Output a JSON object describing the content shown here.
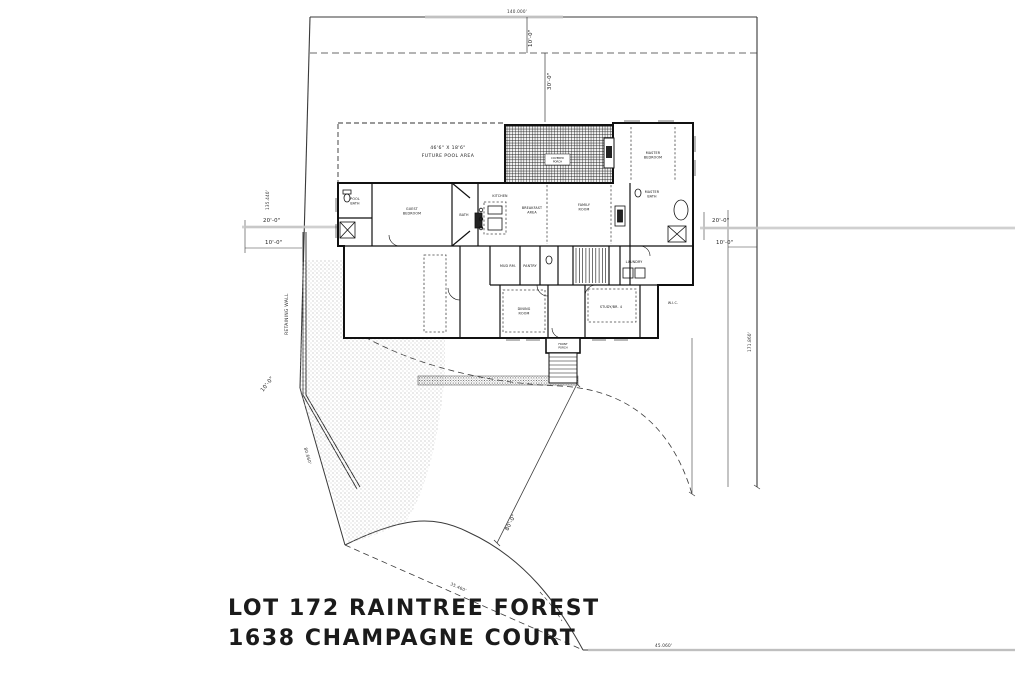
{
  "title": {
    "line1": "LOT 172 RAINTREE FOREST",
    "line2": "1638 CHAMPAGNE COURT"
  },
  "boundary": {
    "top_length": "140.000'",
    "left_length": "135.440'",
    "right_length": "171.860'",
    "lower_left_length": "80.660'",
    "arc_chord_length": "35.460'",
    "bottom_right_length": "45.060'"
  },
  "setbacks": {
    "front_1": "10'-0\"",
    "front_2": "30'-0\"",
    "left_1": "20'-0\"",
    "left_2": "10'-0\"",
    "right_1": "20'-0\"",
    "right_2": "10'-0\"",
    "corner": "10'-0\"",
    "radial": "80'-0\"",
    "retaining_wall": "RETAINING WALL"
  },
  "pool": {
    "line1": "46'6\" X 18'6\"",
    "line2": "FUTURE POOL AREA"
  },
  "rooms": {
    "master_l1": "MASTER",
    "master_l2": "BEDROOM",
    "master_bath_l1": "MASTER",
    "master_bath_l2": "BATH",
    "kitchen": "KITCHEN",
    "breakfast_l1": "BREAKFAST",
    "breakfast_l2": "AREA",
    "family_l1": "FAMILY",
    "family_l2": "ROOM",
    "guest_l1": "GUEST",
    "guest_l2": "BEDROOM",
    "pool_bath_l1": "POOL",
    "pool_bath_l2": "BATH",
    "bath": "BATH",
    "laundry": "LAUNDRY",
    "mud": "MUD RM.",
    "pantry": "PANTRY",
    "dining_l1": "DINING",
    "dining_l2": "ROOM",
    "study": "STUDY/BR. 4",
    "wic": "W.I.C.",
    "porch_l1": "FRONT",
    "porch_l2": "PORCH",
    "deck_l1": "COVERED",
    "deck_l2": "PORCH"
  },
  "colors": {
    "line": "#333333",
    "wall": "#111111",
    "highlight": "#c8c8c8"
  }
}
